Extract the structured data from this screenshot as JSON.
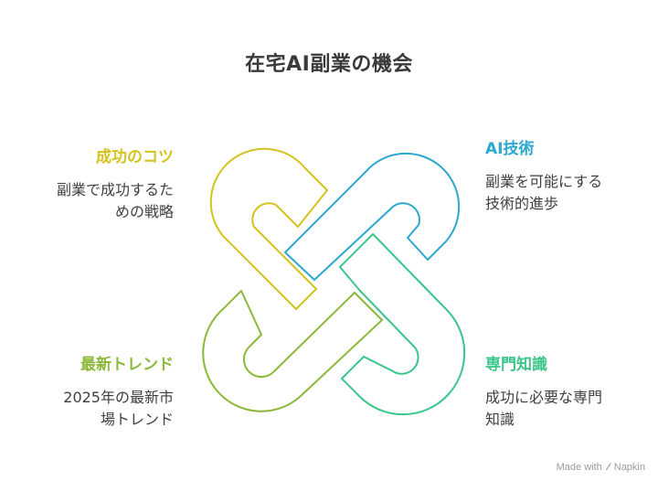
{
  "title": "在宅AI副業の機会",
  "items": [
    {
      "title": "成功のコツ",
      "desc_lines": [
        "副業で成功するた",
        "めの戦略"
      ],
      "color": "#d4c21f"
    },
    {
      "title": "AI技術",
      "desc_lines": [
        "副業を可能にする",
        "技術的進歩"
      ],
      "color": "#2ba8cf"
    },
    {
      "title": "最新トレンド",
      "desc_lines": [
        "2025年の最新市",
        "場トレンド"
      ],
      "color": "#8cb83a"
    },
    {
      "title": "専門知識",
      "desc_lines": [
        "成功に必要な専門",
        "知識"
      ],
      "color": "#3cc58a"
    }
  ],
  "footer": {
    "made_with": "Made with",
    "brand": "Napkin",
    "icon": "napkin-icon"
  }
}
